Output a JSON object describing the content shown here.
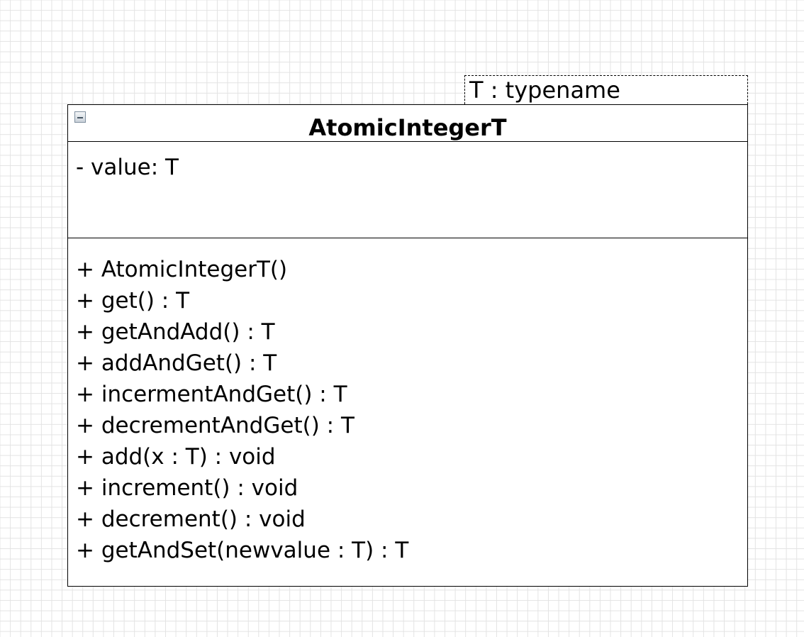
{
  "template_param": {
    "label": "T : typename"
  },
  "class": {
    "name": "AtomicIntegerT",
    "attributes": [
      "- value: T"
    ],
    "operations": [
      "+ AtomicIntegerT()",
      "+ get() : T",
      "+ getAndAdd() : T",
      "+ addAndGet() : T",
      "+ incermentAndGet() : T",
      "+ decrementAndGet() : T",
      "+ add(x : T) : void",
      "+ increment() : void",
      "+ decrement() : void",
      "+ getAndSet(newvalue : T) : T"
    ]
  },
  "icons": {
    "collapse": "collapse-minus-icon"
  },
  "colors": {
    "grid": "#e3e3e3",
    "border": "#000000",
    "background": "#ffffff"
  }
}
